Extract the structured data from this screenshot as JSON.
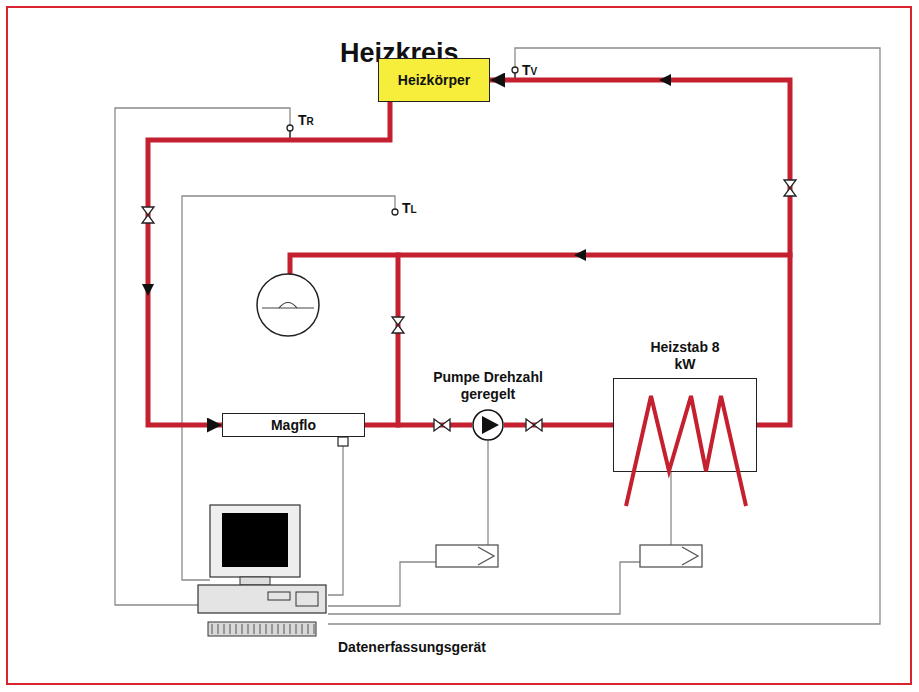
{
  "diagram": {
    "title": "Heizkreis",
    "nodes": [
      {
        "text": [
          "Heizkörper"
        ]
      },
      {
        "text": [
          "Magflo"
        ]
      },
      {
        "text": [
          "Pumpe Drehzahl geregelt"
        ]
      },
      {
        "text": [
          "Heizstab 8 kW"
        ]
      },
      {
        "text": [
          "Datenerfassungsgerät"
        ]
      }
    ],
    "edges": [
      {
        "from": 3,
        "to": 0,
        "arrow": "to"
      },
      {
        "from": 0,
        "to": 1,
        "arrow": "to"
      },
      {
        "from": 1,
        "to": 2,
        "arrow": "none"
      },
      {
        "from": 2,
        "to": 3,
        "arrow": "none"
      },
      {
        "from": 1,
        "to": 4,
        "arrow": "none"
      }
    ],
    "labels": [
      "TV",
      "TR",
      "TL"
    ]
  }
}
